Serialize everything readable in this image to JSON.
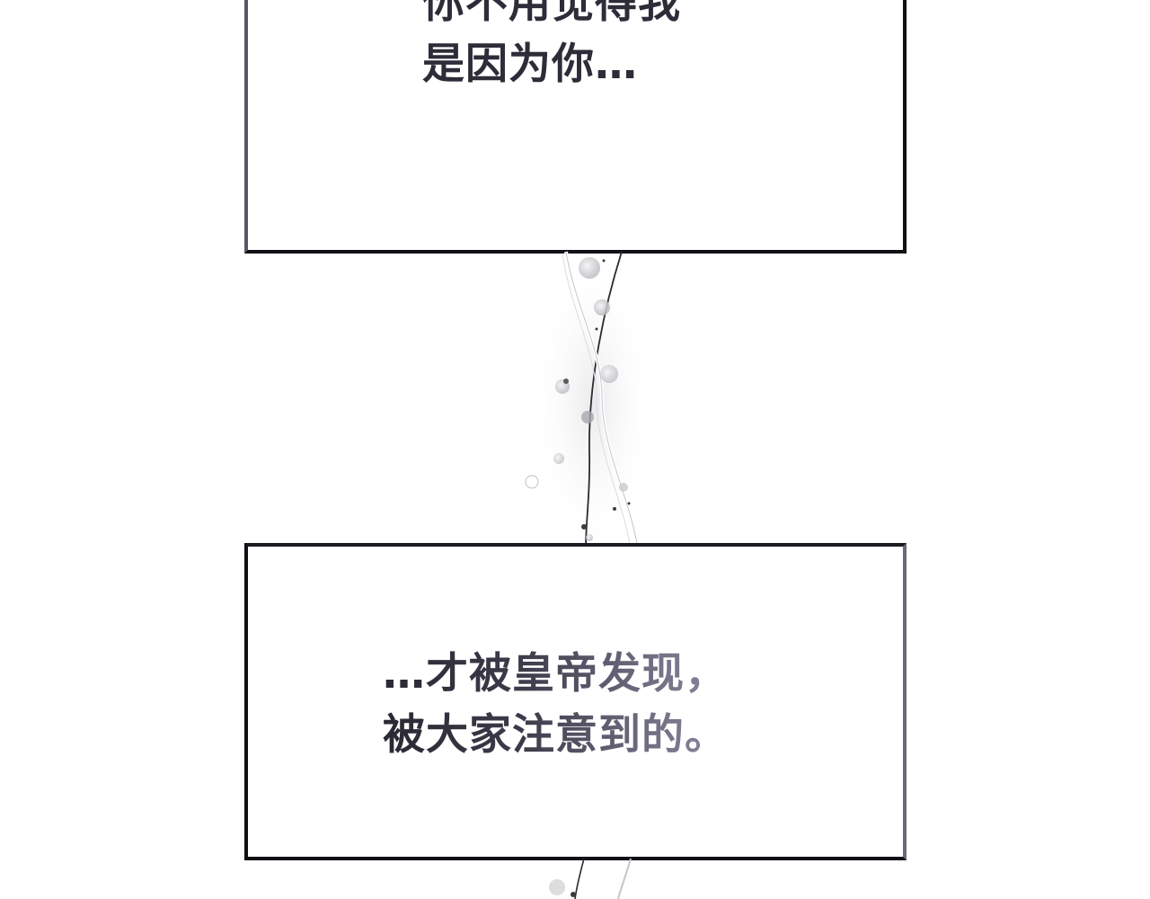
{
  "captions": {
    "top": {
      "line1": "你不用觉得我",
      "line2": "是因为你…"
    },
    "bottom": {
      "line1": "…才被皇帝发现，",
      "line2": "被大家注意到的。"
    }
  },
  "colors": {
    "background": "#ffffff",
    "panel_border": "#111115",
    "text_dark": "#2f2b38",
    "text_fade": "#8c88a0"
  }
}
